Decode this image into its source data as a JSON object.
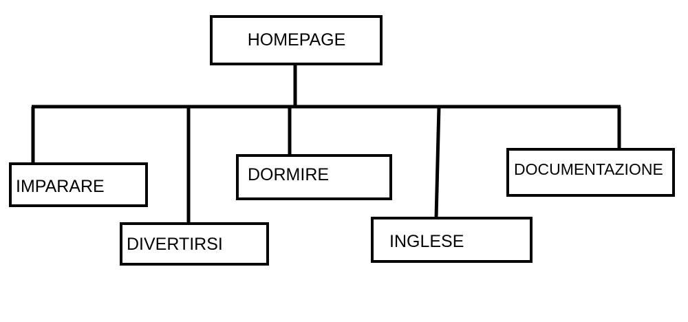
{
  "diagram": {
    "root": {
      "id": "homepage",
      "label": "HOMEPAGE"
    },
    "children": [
      {
        "id": "imparare",
        "label": "IMPARARE"
      },
      {
        "id": "divertirsi",
        "label": "DIVERTIRSI"
      },
      {
        "id": "dormire",
        "label": "DORMIRE"
      },
      {
        "id": "inglese",
        "label": "INGLESE"
      },
      {
        "id": "documentazione",
        "label": "DOCUMENTAZIONE"
      }
    ],
    "line_color": "#000000",
    "box_color": "#000000",
    "background": "#ffffff"
  }
}
